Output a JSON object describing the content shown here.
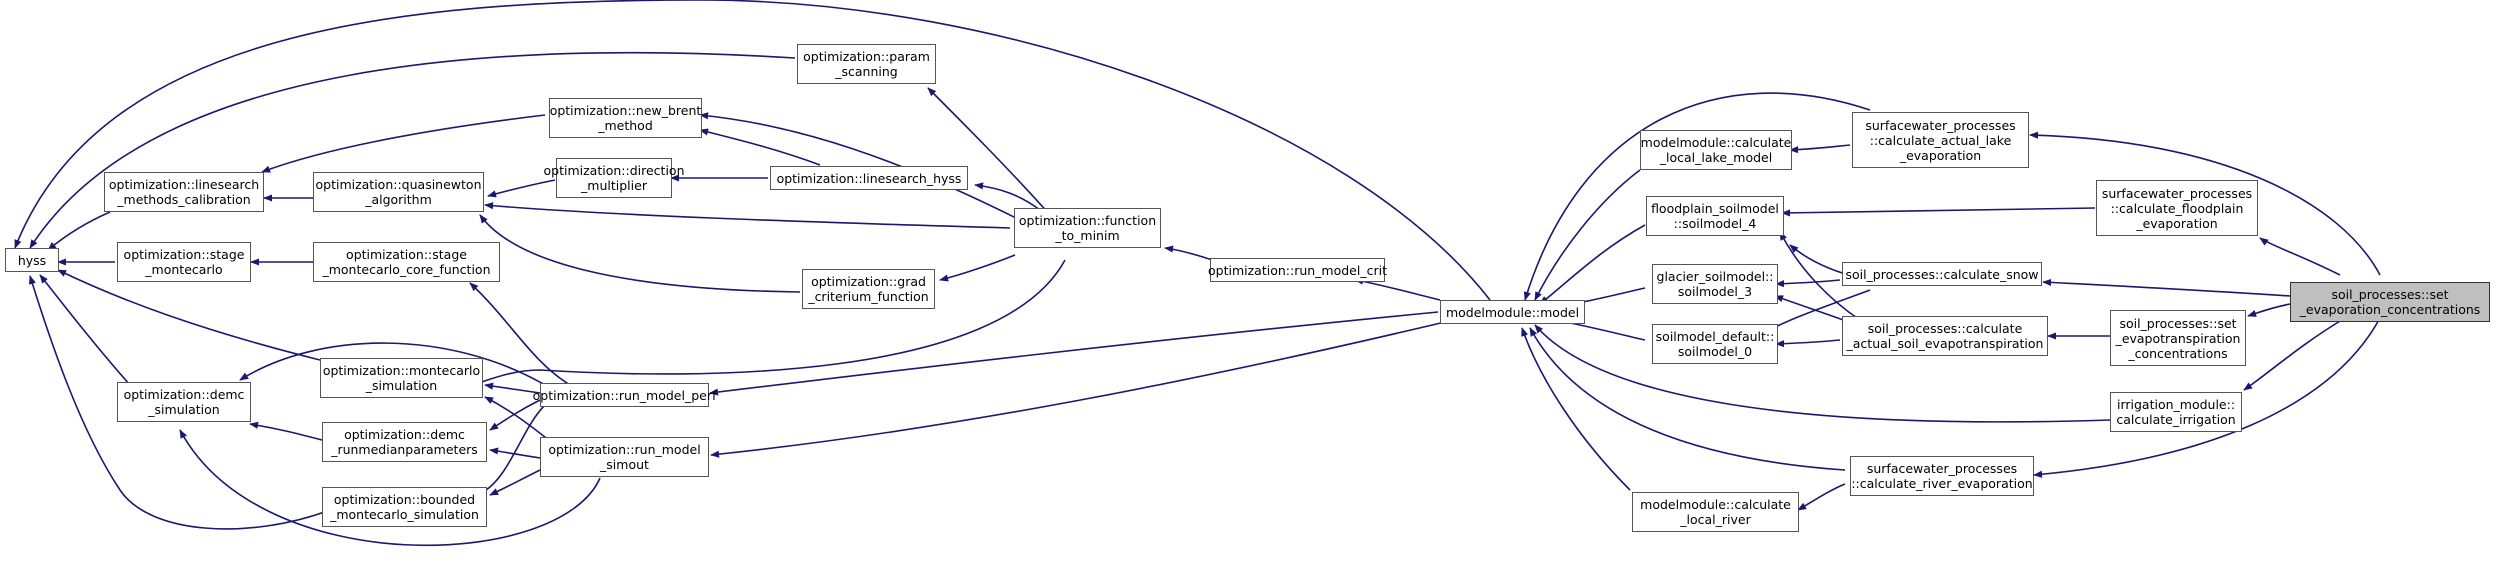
{
  "graph": {
    "edge_color": "#191970",
    "node_border_color": "#555555",
    "highlight_fill": "#bfbfbf",
    "nodes": [
      {
        "id": "hyss",
        "lines": [
          "hyss"
        ]
      },
      {
        "id": "lsmc",
        "lines": [
          "optimization::linesearch",
          "_methods_calibration"
        ]
      },
      {
        "id": "stagemc",
        "lines": [
          "optimization::stage",
          "_montecarlo"
        ]
      },
      {
        "id": "demcsim",
        "lines": [
          "optimization::demc",
          "_simulation"
        ]
      },
      {
        "id": "paramscan",
        "lines": [
          "optimization::param",
          "_scanning"
        ]
      },
      {
        "id": "newbrent",
        "lines": [
          "optimization::new_brent",
          "_method"
        ]
      },
      {
        "id": "quasinewton",
        "lines": [
          "optimization::quasinewton",
          "_algorithm"
        ]
      },
      {
        "id": "dirmult",
        "lines": [
          "optimization::direction",
          "_multiplier"
        ]
      },
      {
        "id": "lshyss",
        "lines": [
          "optimization::linesearch_hyss"
        ]
      },
      {
        "id": "stagecore",
        "lines": [
          "optimization::stage",
          "_montecarlo_core_function"
        ]
      },
      {
        "id": "gradcrit",
        "lines": [
          "optimization::grad",
          "_criterium_function"
        ]
      },
      {
        "id": "funcmin",
        "lines": [
          "optimization::function",
          "_to_minim"
        ]
      },
      {
        "id": "mcsim",
        "lines": [
          "optimization::montecarlo",
          "_simulation"
        ]
      },
      {
        "id": "demcrun",
        "lines": [
          "optimization::demc",
          "_runmedianparameters"
        ]
      },
      {
        "id": "boundedmc",
        "lines": [
          "optimization::bounded",
          "_montecarlo_simulation"
        ]
      },
      {
        "id": "runperf",
        "lines": [
          "optimization::run_model_perf"
        ]
      },
      {
        "id": "simout",
        "lines": [
          "optimization::run_model",
          "_simout"
        ]
      },
      {
        "id": "runcrit",
        "lines": [
          "optimization::run_model_crit"
        ]
      },
      {
        "id": "model",
        "lines": [
          "modelmodule::model"
        ]
      },
      {
        "id": "locallake",
        "lines": [
          "modelmodule::calculate",
          "_local_lake_model"
        ]
      },
      {
        "id": "floodsoil",
        "lines": [
          "floodplain_soilmodel",
          "::soilmodel_4"
        ]
      },
      {
        "id": "glaciersoil",
        "lines": [
          "glacier_soilmodel::",
          "soilmodel_3"
        ]
      },
      {
        "id": "defsoil",
        "lines": [
          "soilmodel_default::",
          "soilmodel_0"
        ]
      },
      {
        "id": "localriver",
        "lines": [
          "modelmodule::calculate",
          "_local_river"
        ]
      },
      {
        "id": "lakeevap",
        "lines": [
          "surfacewater_processes",
          "::calculate_actual_lake",
          "_evaporation"
        ]
      },
      {
        "id": "calcsnow",
        "lines": [
          "soil_processes::calculate_snow"
        ]
      },
      {
        "id": "soilevap",
        "lines": [
          "soil_processes::calculate",
          "_actual_soil_evapotranspiration"
        ]
      },
      {
        "id": "riverevap",
        "lines": [
          "surfacewater_processes",
          "::calculate_river_evaporation"
        ]
      },
      {
        "id": "floodevap",
        "lines": [
          "surfacewater_processes",
          "::calculate_floodplain",
          "_evaporation"
        ]
      },
      {
        "id": "setevapconc",
        "lines": [
          "soil_processes::set",
          "_evapotranspiration",
          "_concentrations"
        ]
      },
      {
        "id": "irrigation",
        "lines": [
          "irrigation_module::",
          "calculate_irrigation"
        ]
      },
      {
        "id": "target",
        "lines": [
          "soil_processes::set",
          "_evaporation_concentrations"
        ]
      }
    ]
  }
}
